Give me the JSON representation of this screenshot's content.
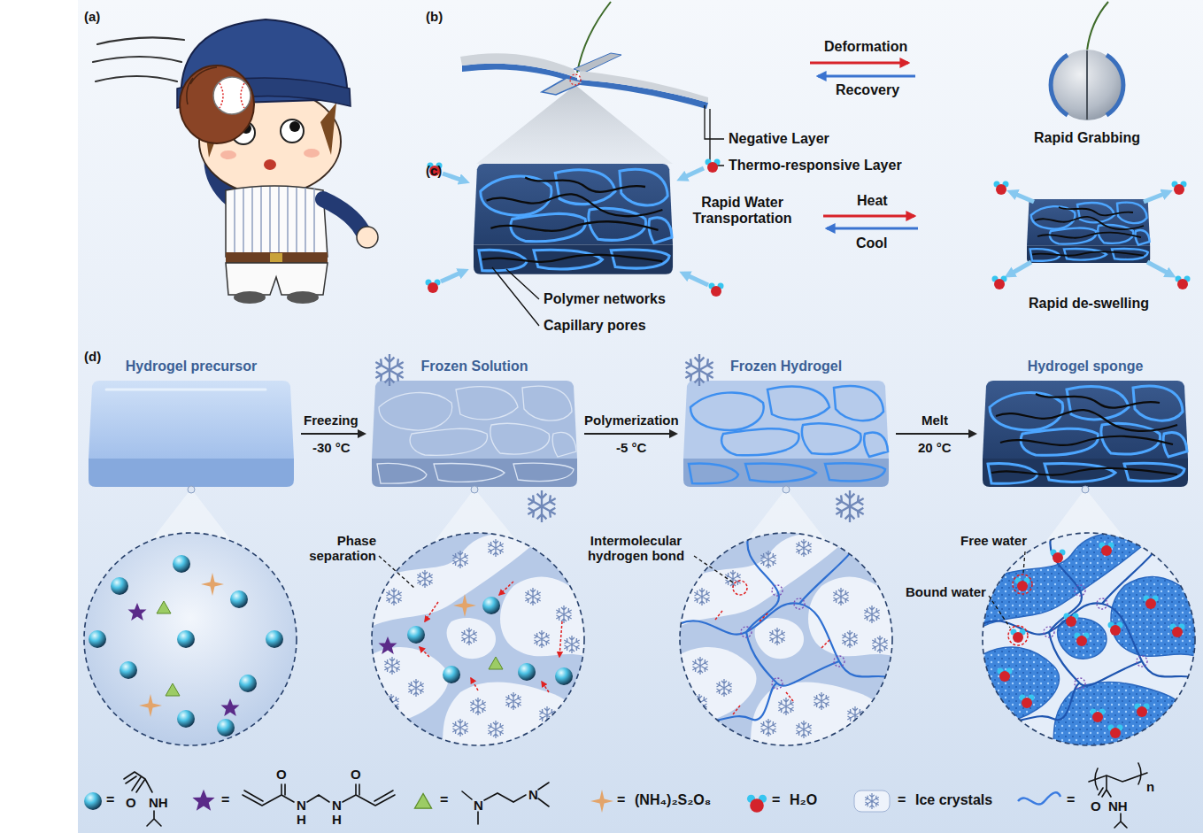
{
  "diagram": {
    "nodes": [
      {
        "text": [
          "Hydrogel precursor"
        ]
      },
      {
        "text": [
          "Frozen Solution"
        ]
      },
      {
        "text": [
          "Frozen Hydrogel"
        ]
      },
      {
        "text": [
          "Hydrogel sponge"
        ]
      }
    ],
    "edges": [
      {
        "from": 0,
        "to": 1,
        "arrow": "to"
      },
      {
        "from": 1,
        "to": 2,
        "arrow": "to"
      },
      {
        "from": 2,
        "to": 3,
        "arrow": "to"
      }
    ],
    "labels": [
      "(a)",
      "(b)",
      "Deformation",
      "Recovery",
      "Rapid Grabbing",
      "Negative Layer",
      "Thermo-responsive Layer",
      "(c)",
      "Rapid Water Transportation",
      "Heat",
      "Cool",
      "Polymer networks",
      "Capillary pores",
      "Rapid de-swelling",
      "(d)",
      "Freezing",
      "-30 °C",
      "Polymerization",
      "-5 °C",
      "Melt",
      "20 °C",
      "Phase separation",
      "Intermolecular hydrogen bond",
      "Free water",
      "Bound water",
      "=",
      "O",
      "NH",
      "=",
      "O",
      "O",
      "N",
      "H",
      "N",
      "H",
      "=",
      "N",
      "N",
      "=",
      "=",
      "=",
      "=",
      "n",
      "O",
      "NH"
    ],
    "legend": [
      {
        "text": "(NH₄)₂S₂O₈"
      },
      {
        "text": "H₂O"
      },
      {
        "text": "Ice crystals"
      }
    ]
  }
}
